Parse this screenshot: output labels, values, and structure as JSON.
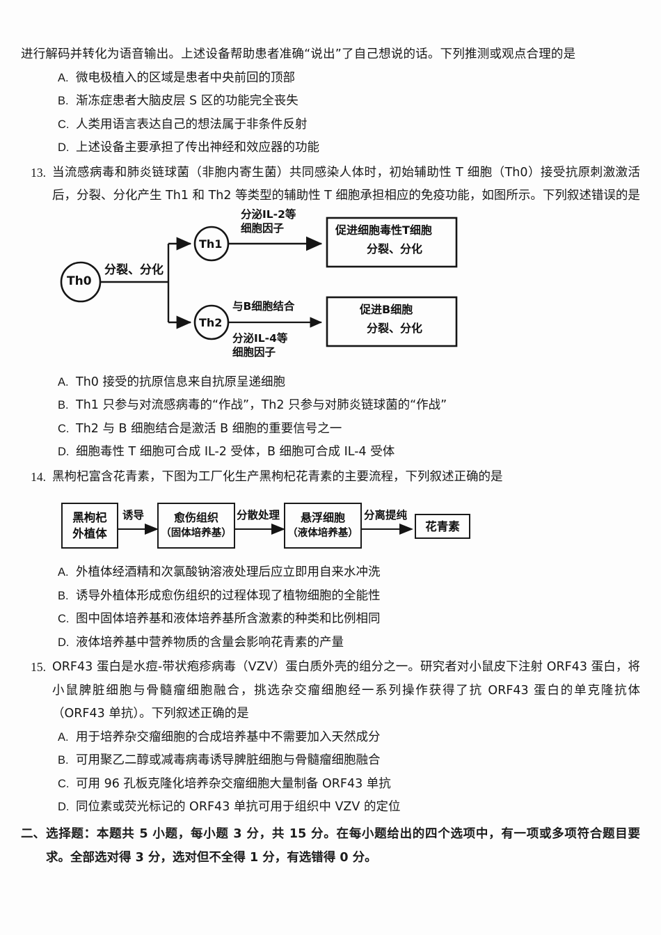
{
  "page": {
    "lead_paragraph": "进行解码并转化为语音输出。上述设备帮助患者准确“说出”了自己想说的话。下列推测或观点合理的是",
    "lead_options": [
      {
        "letter": "A.",
        "text": "微电极植入的区域是患者中央前回的顶部"
      },
      {
        "letter": "B.",
        "text": "渐冻症患者大脑皮层 S 区的功能完全丧失"
      },
      {
        "letter": "C.",
        "text": "人类用语言表达自己的想法属于非条件反射"
      },
      {
        "letter": "D.",
        "text": "上述设备主要承担了传出神经和效应器的功能"
      }
    ]
  },
  "q13": {
    "number": "13.",
    "stem": "当流感病毒和肺炎链球菌（非胞内寄生菌）共同感染人体时，初始辅助性 T 细胞（Th0）接受抗原刺激激活后，分裂、分化产生 Th1 和 Th2 等类型的辅助性 T 细胞承担相应的免疫功能，如图所示。下列叙述错误的是",
    "figure": {
      "nodes": {
        "th0": "Th0",
        "th1": "Th1",
        "th2": "Th2"
      },
      "edge_th0": "分裂、分化",
      "edge_th1_l1": "分泌IL-2等",
      "edge_th1_l2": "细胞因子",
      "edge_th2_top": "与B细胞结合",
      "edge_th2_l1": "分泌IL-4等",
      "edge_th2_l2": "细胞因子",
      "box_top_l1": "促进细胞毒性T细胞",
      "box_top_l2": "分裂、分化",
      "box_bottom_l1": "促进B细胞",
      "box_bottom_l2": "分裂、分化"
    },
    "options": [
      {
        "letter": "A.",
        "text": "Th0 接受的抗原信息来自抗原呈递细胞"
      },
      {
        "letter": "B.",
        "text": "Th1 只参与对流感病毒的“作战”，Th2 只参与对肺炎链球菌的“作战”"
      },
      {
        "letter": "C.",
        "text": "Th2 与 B 细胞结合是激活 B 细胞的重要信号之一"
      },
      {
        "letter": "D.",
        "text": "细胞毒性 T 细胞可合成 IL-2 受体，B 细胞可合成 IL-4 受体"
      }
    ]
  },
  "q14": {
    "number": "14.",
    "stem": "黑枸杞富含花青素，下图为工厂化生产黑枸杞花青素的主要流程，下列叙述正确的是",
    "figure": {
      "box1_l1": "黑枸杞",
      "box1_l2": "外植体",
      "arrow1": "诱导",
      "box2_l1": "愈伤组织",
      "box2_l2": "（固体培养基）",
      "arrow2": "分散处理",
      "box3_l1": "悬浮细胞",
      "box3_l2": "（液体培养基）",
      "arrow3": "分离提纯",
      "box4": "花青素"
    },
    "options": [
      {
        "letter": "A.",
        "text": "外植体经酒精和次氯酸钠溶液处理后应立即用自来水冲洗"
      },
      {
        "letter": "B.",
        "text": "诱导外植体形成愈伤组织的过程体现了植物细胞的全能性"
      },
      {
        "letter": "C.",
        "text": "图中固体培养基和液体培养基所含激素的种类和比例相同"
      },
      {
        "letter": "D.",
        "text": "液体培养基中营养物质的含量会影响花青素的产量"
      }
    ]
  },
  "q15": {
    "number": "15.",
    "stem": "ORF43 蛋白是水痘-带状疱疹病毒（VZV）蛋白质外壳的组分之一。研究者对小鼠皮下注射 ORF43 蛋白，将小鼠脾脏细胞与骨髓瘤细胞融合，挑选杂交瘤细胞经一系列操作获得了抗 ORF43 蛋白的单克隆抗体（ORF43 单抗）。下列叙述正确的是",
    "options": [
      {
        "letter": "A.",
        "text": "用于培养杂交瘤细胞的合成培养基中不需要加入天然成分"
      },
      {
        "letter": "B.",
        "text": "可用聚乙二醇或减毒病毒诱导脾脏细胞与骨髓瘤细胞融合"
      },
      {
        "letter": "C.",
        "text": "可用 96 孔板克隆化培养杂交瘤细胞大量制备 ORF43 单抗"
      },
      {
        "letter": "D.",
        "text": "同位素或荧光标记的 ORF43 单抗可用于组织中 VZV 的定位"
      }
    ]
  },
  "section2": {
    "number": "二、",
    "text": "选择题：本题共 5 小题，每小题 3 分，共 15 分。在每小题给出的四个选项中，有一项或多项符合题目要求。全部选对得 3 分，选对但不全得 1 分，有选错得 0 分。"
  }
}
